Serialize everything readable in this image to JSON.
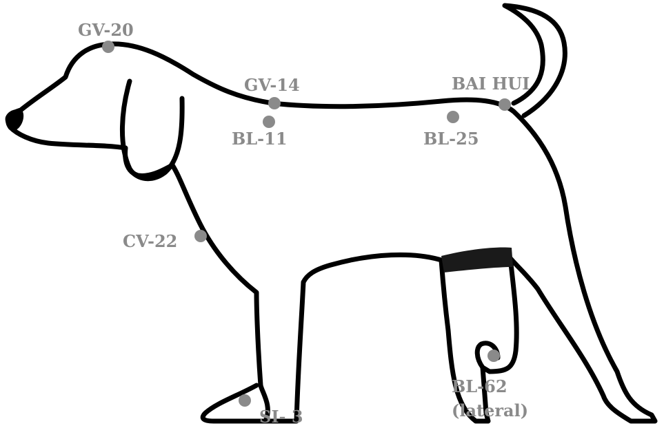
{
  "diagram": {
    "colors": {
      "outline": "#000000",
      "point": "#8a8a8a",
      "label": "#8a8a8a",
      "background": "#ffffff"
    },
    "points": {
      "gv20": {
        "label": "GV-20"
      },
      "gv14": {
        "label": "GV-14"
      },
      "bl11": {
        "label": "BL-11"
      },
      "baihui": {
        "label": "BAI HUI"
      },
      "bl25": {
        "label": "BL-25"
      },
      "cv22": {
        "label": "CV-22"
      },
      "si3": {
        "label": "SI- 3"
      },
      "bl62": {
        "label_line1": "BL-62",
        "label_line2": "(lateral)"
      }
    }
  }
}
